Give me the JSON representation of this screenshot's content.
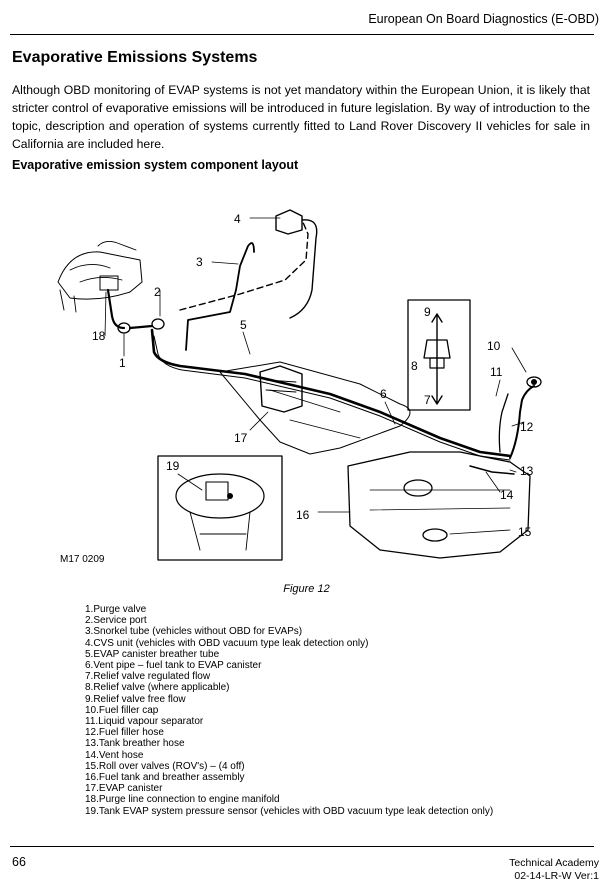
{
  "header": {
    "running_title": "European On Board Diagnostics (E-OBD)"
  },
  "section": {
    "title": "Evaporative Emissions Systems",
    "intro": "Although OBD monitoring of EVAP systems is not yet mandatory within the European Union, it is likely that stricter control of evaporative emissions will be introduced in future legislation. By way of introduction to the topic, description and operation of systems currently fitted to Land Rover Discovery II vehicles for sale in California are included here.",
    "subheading": "Evaporative emission system component layout"
  },
  "figure": {
    "reference": "M17 0209",
    "caption": "Figure 12",
    "callouts": {
      "c1": "1",
      "c2": "2",
      "c3": "3",
      "c4": "4",
      "c5": "5",
      "c6": "6",
      "c7": "7",
      "c8": "8",
      "c9": "9",
      "c10": "10",
      "c11": "11",
      "c12": "12",
      "c13": "13",
      "c14": "14",
      "c15": "15",
      "c16": "16",
      "c17": "17",
      "c18": "18",
      "c19": "19"
    },
    "legend": [
      "1.Purge valve",
      "2.Service port",
      "3.Snorkel tube (vehicles without OBD for EVAPs)",
      "4.CVS unit (vehicles with OBD vacuum type leak detection only)",
      "5.EVAP canister breather tube",
      "6.Vent pipe – fuel tank to EVAP canister",
      "7.Relief valve regulated flow",
      "8.Relief valve (where applicable)",
      "9.Relief valve free flow",
      "10.Fuel filler cap",
      "11.Liquid vapour separator",
      "12.Fuel filler hose",
      "13.Tank breather hose",
      "14.Vent hose",
      "15.Roll over valves (ROV's) – (4 off)",
      "16.Fuel tank and breather assembly",
      "17.EVAP canister",
      "18.Purge line connection to engine manifold",
      "19.Tank EVAP system pressure sensor (vehicles with OBD vacuum type leak detection only)"
    ]
  },
  "footer": {
    "page_number": "66",
    "org": "Technical Academy",
    "doc_ref": "02-14-LR-W Ver:1"
  }
}
